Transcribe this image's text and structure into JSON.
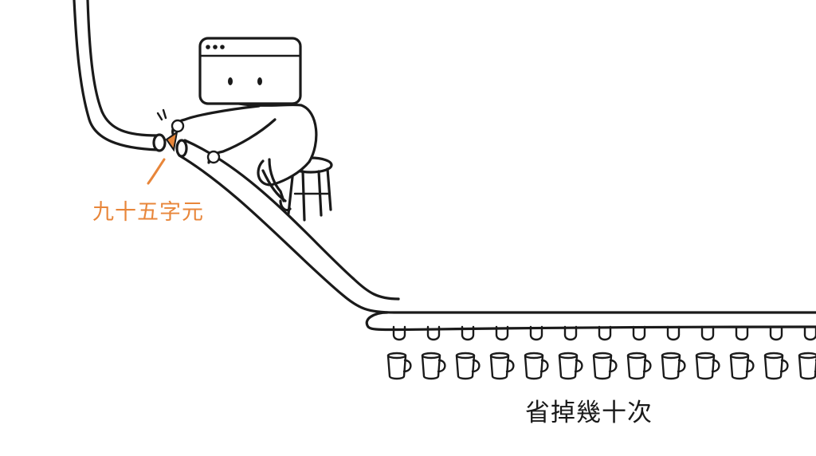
{
  "labels": {
    "cost": "九十五字元",
    "saved": "省掉幾十次"
  },
  "colors": {
    "ink": "#1a1a1a",
    "accent": "#e8863a",
    "background": "#ffffff"
  },
  "illustration": {
    "character": "browser-window-head",
    "cup_icon": "cup-icon",
    "cup_count": 13
  }
}
